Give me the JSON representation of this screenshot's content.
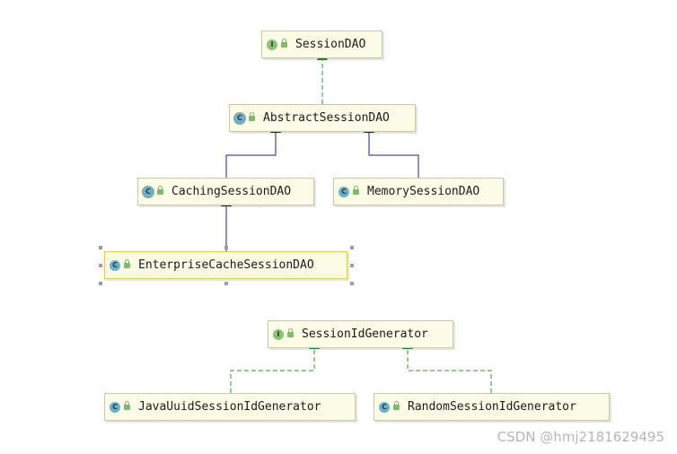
{
  "nodes": {
    "session_dao": {
      "label": "SessionDAO",
      "kind": "interface",
      "icon_letter": "I"
    },
    "abstract_session_dao": {
      "label": "AbstractSessionDAO",
      "kind": "abstract",
      "icon_letter": "C"
    },
    "caching_session_dao": {
      "label": "CachingSessionDAO",
      "kind": "abstract",
      "icon_letter": "C"
    },
    "memory_session_dao": {
      "label": "MemorySessionDAO",
      "kind": "class",
      "icon_letter": "C"
    },
    "enterprise_cache_session_dao": {
      "label": "EnterpriseCacheSessionDAO",
      "kind": "class",
      "icon_letter": "C",
      "selected": true
    },
    "session_id_generator": {
      "label": "SessionIdGenerator",
      "kind": "interface",
      "icon_letter": "I"
    },
    "java_uuid_session_id_generator": {
      "label": "JavaUuidSessionIdGenerator",
      "kind": "class",
      "icon_letter": "C"
    },
    "random_session_id_generator": {
      "label": "RandomSessionIdGenerator",
      "kind": "class",
      "icon_letter": "C"
    }
  },
  "relations": [
    {
      "from": "abstract_session_dao",
      "to": "session_dao",
      "type": "implements"
    },
    {
      "from": "caching_session_dao",
      "to": "abstract_session_dao",
      "type": "extends"
    },
    {
      "from": "memory_session_dao",
      "to": "abstract_session_dao",
      "type": "extends"
    },
    {
      "from": "enterprise_cache_session_dao",
      "to": "caching_session_dao",
      "type": "extends"
    },
    {
      "from": "java_uuid_session_id_generator",
      "to": "session_id_generator",
      "type": "implements"
    },
    {
      "from": "random_session_id_generator",
      "to": "session_id_generator",
      "type": "implements"
    }
  ],
  "colors": {
    "implements": "#2f8c2f",
    "extends": "#1a237e"
  },
  "watermark": "CSDN @hmj2181629495"
}
